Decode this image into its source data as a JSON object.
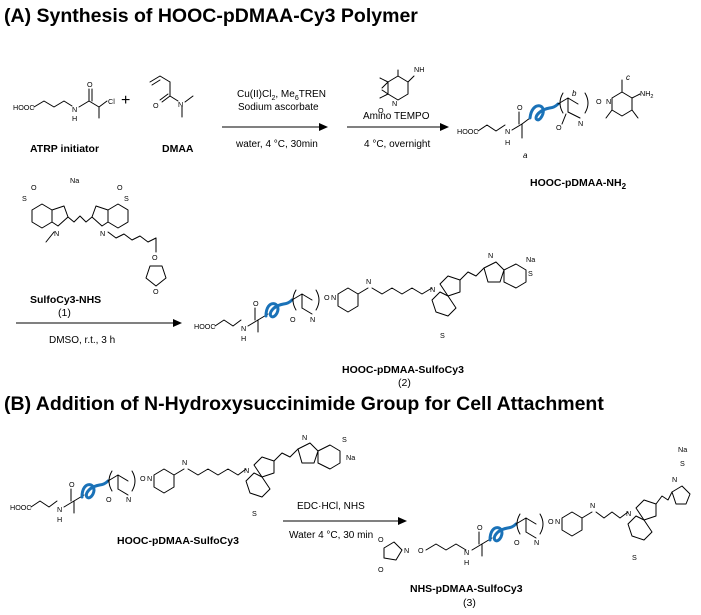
{
  "section_a": {
    "heading": "(A) Synthesis of HOOC-pDMAA-Cy3 Polymer",
    "atrp_label": "ATRP initiator",
    "plus": "+",
    "dmaa_label": "DMAA",
    "step1": {
      "reagent_line1": "Cu(II)Cl",
      "reagent_line1_sub": "2",
      "reagent_line1_rest": ", Me",
      "reagent_line1_sub2": "6",
      "reagent_line1_end": "TREN",
      "reagent_line2": "Sodium ascorbate",
      "conditions": "water, 4 °C,  30min"
    },
    "step2": {
      "reagent": "Amino TEMPO",
      "conditions": "4 °C, overnight"
    },
    "intermediate_label": "HOOC-pDMAA-NH",
    "intermediate_sub": "2",
    "markers": {
      "a": "a",
      "b": "b",
      "c": "c"
    },
    "dye_label": "SulfoCy3-NHS",
    "dye_number": "(1)",
    "step3": {
      "conditions": "DMSO, r.t., 3 h"
    },
    "product_label": "HOOC-pDMAA-SulfoCy3",
    "product_number": "(2)"
  },
  "section_b": {
    "heading": "(B) Addition of N-Hydroxysuccinimide Group for Cell Attachment",
    "reactant_label": "HOOC-pDMAA-SulfoCy3",
    "step": {
      "reagent": "EDC·HCl, NHS",
      "conditions": "Water 4 °C, 30 min"
    },
    "product_label": "NHS-pDMAA-SulfoCy3",
    "product_number": "(3)"
  },
  "atoms": {
    "hooc": "HOOC",
    "n": "N",
    "h": "H",
    "cl": "Cl",
    "o": "O",
    "o_minus": "O",
    "nh2": "NH",
    "nh3": "NH",
    "nplus": "N",
    "na": "Na",
    "so3": "S"
  },
  "colors": {
    "polymer_chain": "#1a72b8",
    "text": "#000000"
  }
}
